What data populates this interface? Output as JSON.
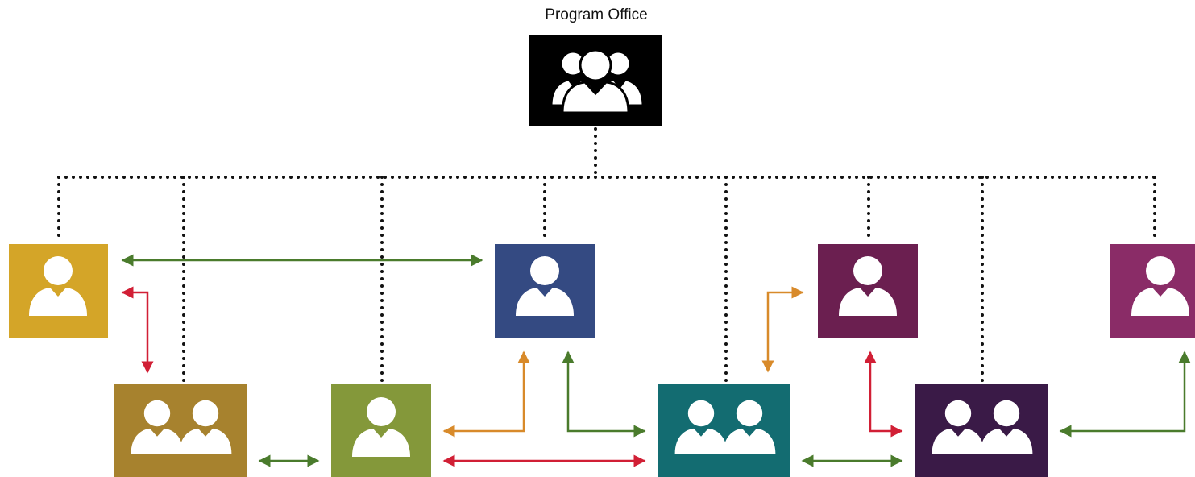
{
  "title": "Program Office",
  "colors": {
    "office": "#000000",
    "connector": "#111111",
    "arrow_green": "#4a7b2c",
    "arrow_red": "#d11f35",
    "arrow_orange": "#d88a2a",
    "icon": "#ffffff"
  },
  "nodes": [
    {
      "id": "program-office",
      "kind": "group",
      "color": "#000000",
      "icon": "team-icon"
    },
    {
      "id": "gold-member",
      "kind": "single",
      "color": "#d4a528",
      "icon": "person-icon"
    },
    {
      "id": "blue-member",
      "kind": "single",
      "color": "#344a82",
      "icon": "person-icon"
    },
    {
      "id": "plum-member",
      "kind": "single",
      "color": "#6b1f50",
      "icon": "person-icon"
    },
    {
      "id": "magenta-member",
      "kind": "single",
      "color": "#8a2c67",
      "icon": "person-icon"
    },
    {
      "id": "bronze-pair",
      "kind": "pair",
      "color": "#a7822e",
      "icon": "two-people-icon"
    },
    {
      "id": "olive-member",
      "kind": "single",
      "color": "#84983a",
      "icon": "person-icon"
    },
    {
      "id": "teal-pair",
      "kind": "pair",
      "color": "#136c71",
      "icon": "two-people-icon"
    },
    {
      "id": "purple-pair",
      "kind": "pair",
      "color": "#3a1a47",
      "icon": "two-people-icon"
    }
  ]
}
